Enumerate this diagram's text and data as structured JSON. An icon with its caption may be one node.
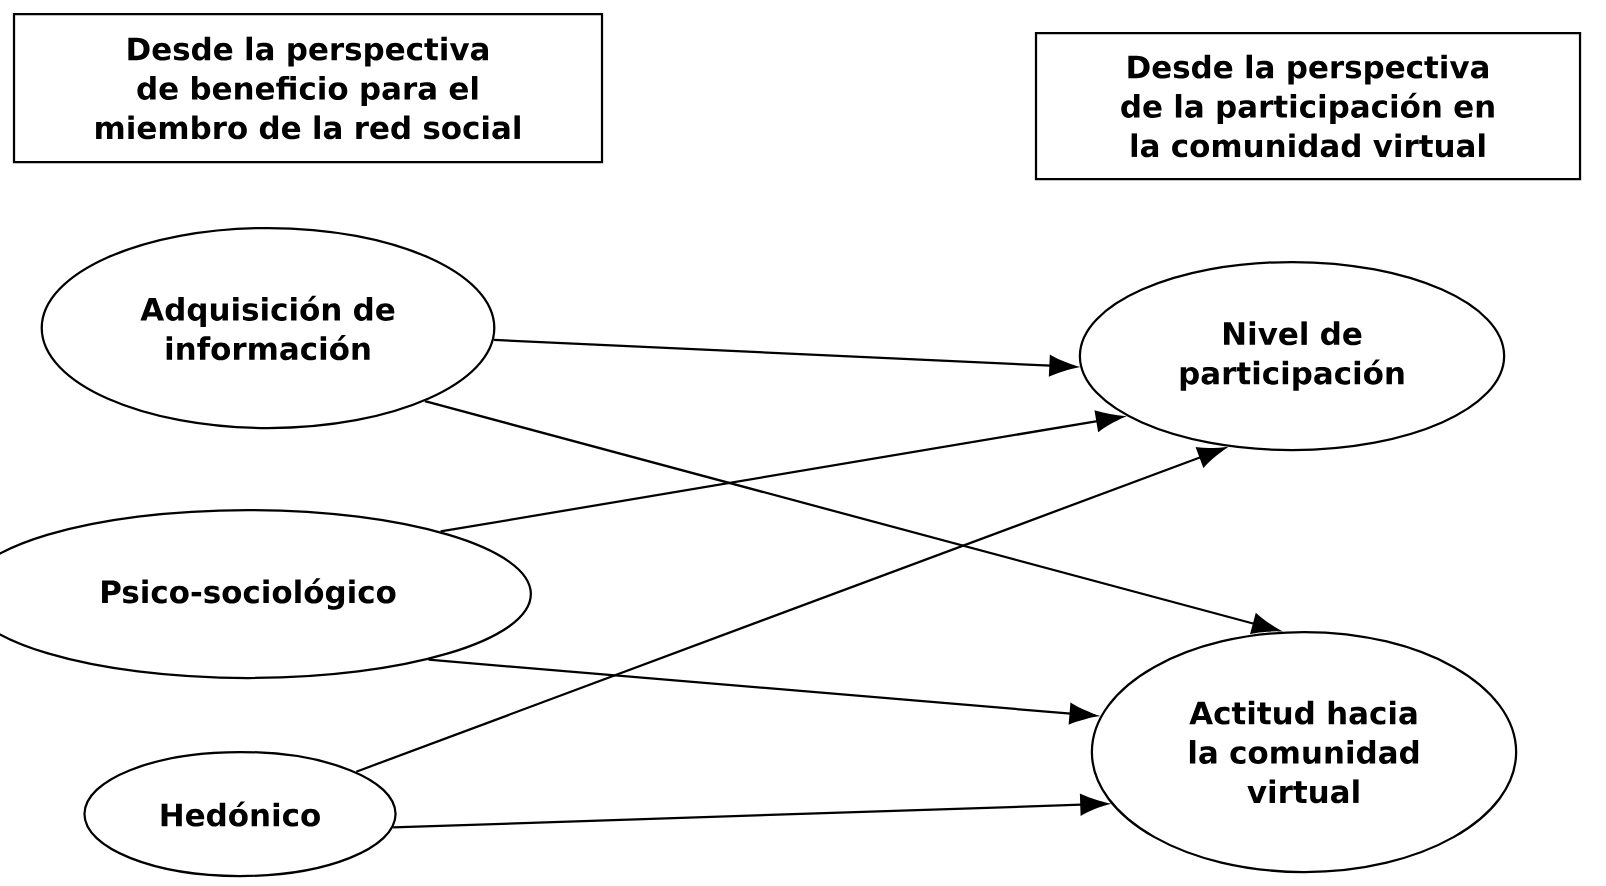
{
  "diagram": {
    "nodes": [
      {
        "text": [
          "Desde la perspectiva de beneficio para el miembro de la red social"
        ]
      },
      {
        "text": [
          "Desde la perspectiva de la participación en la comunidad virtual"
        ]
      },
      {
        "text": [
          "Adquisición de información"
        ]
      },
      {
        "text": [
          "Psico-sociológico"
        ]
      },
      {
        "text": [
          "Hedónico"
        ]
      },
      {
        "text": [
          "Nivel de participación"
        ]
      },
      {
        "text": [
          "Actitud hacia la comunidad virtual"
        ]
      }
    ],
    "edges": [
      {
        "from": 2,
        "to": 5,
        "arrow": "to"
      },
      {
        "from": 2,
        "to": 6,
        "arrow": "to"
      },
      {
        "from": 3,
        "to": 5,
        "arrow": "to"
      },
      {
        "from": 3,
        "to": 6,
        "arrow": "to"
      },
      {
        "from": 4,
        "to": 5,
        "arrow": "to"
      },
      {
        "from": 4,
        "to": 6,
        "arrow": "to"
      }
    ]
  }
}
